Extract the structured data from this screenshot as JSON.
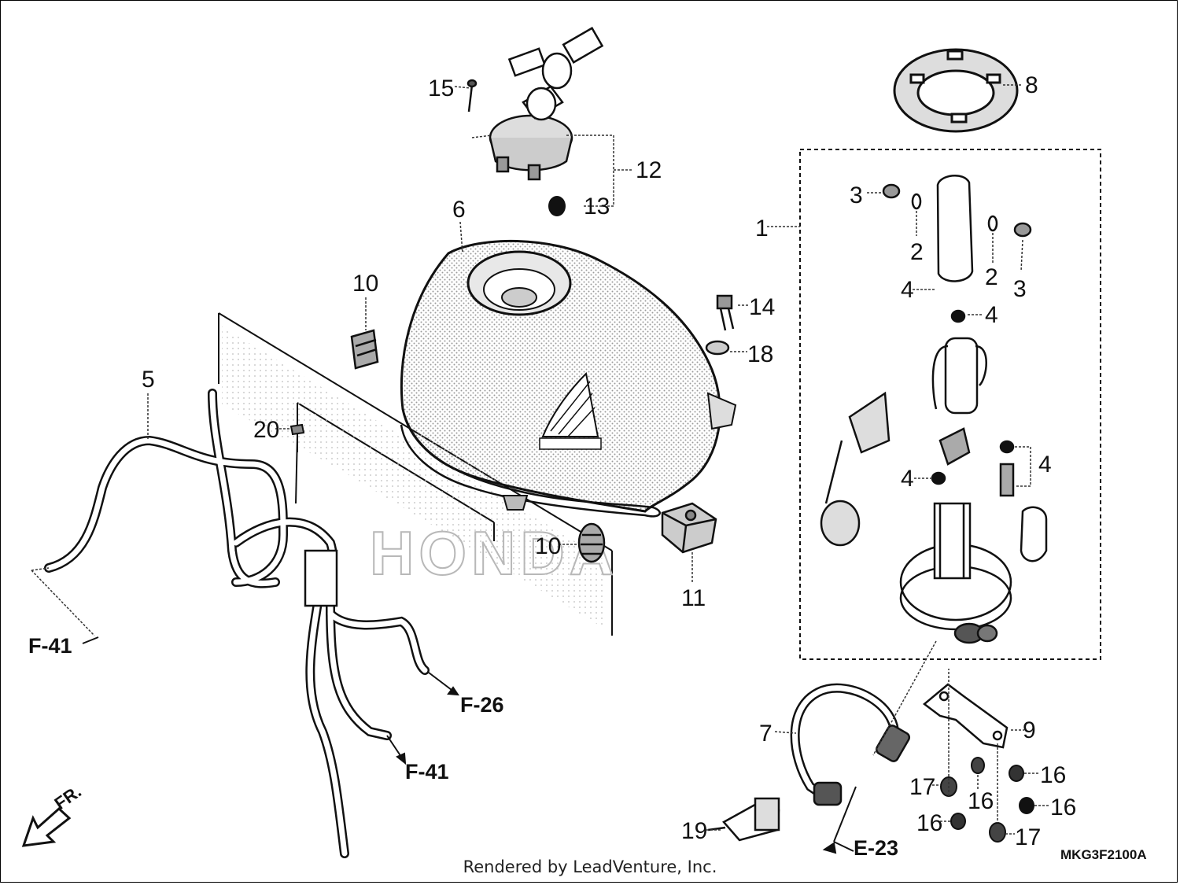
{
  "callouts": [
    {
      "id": "c1",
      "label": "1"
    },
    {
      "id": "c2a",
      "label": "2"
    },
    {
      "id": "c2b",
      "label": "2"
    },
    {
      "id": "c3a",
      "label": "3"
    },
    {
      "id": "c3b",
      "label": "3"
    },
    {
      "id": "c4a",
      "label": "4"
    },
    {
      "id": "c4b",
      "label": "4"
    },
    {
      "id": "c4c",
      "label": "4"
    },
    {
      "id": "c4d",
      "label": "4"
    },
    {
      "id": "c5",
      "label": "5"
    },
    {
      "id": "c6",
      "label": "6"
    },
    {
      "id": "c7",
      "label": "7"
    },
    {
      "id": "c8",
      "label": "8"
    },
    {
      "id": "c9",
      "label": "9"
    },
    {
      "id": "c10a",
      "label": "10"
    },
    {
      "id": "c10b",
      "label": "10"
    },
    {
      "id": "c11",
      "label": "11"
    },
    {
      "id": "c12",
      "label": "12"
    },
    {
      "id": "c13",
      "label": "13"
    },
    {
      "id": "c14",
      "label": "14"
    },
    {
      "id": "c15",
      "label": "15"
    },
    {
      "id": "c16a",
      "label": "16"
    },
    {
      "id": "c16b",
      "label": "16"
    },
    {
      "id": "c16c",
      "label": "16"
    },
    {
      "id": "c16d",
      "label": "16"
    },
    {
      "id": "c17a",
      "label": "17"
    },
    {
      "id": "c17b",
      "label": "17"
    },
    {
      "id": "c18",
      "label": "18"
    },
    {
      "id": "c19",
      "label": "19"
    },
    {
      "id": "c20",
      "label": "20"
    }
  ],
  "references": {
    "f41_left": "F-41",
    "f41_bottom": "F-41",
    "f26": "F-26",
    "e23": "E-23"
  },
  "front_indicator": "FR.",
  "diagram_code": "MKG3F2100A",
  "credit": "Rendered by LeadVenture, Inc.",
  "brand_watermark": "HONDA"
}
